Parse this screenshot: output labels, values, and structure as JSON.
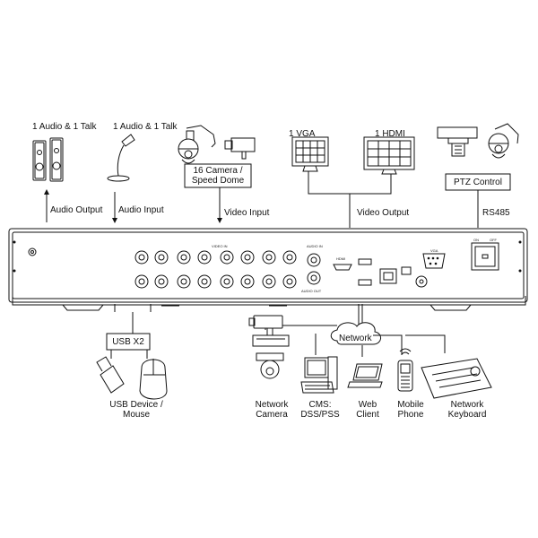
{
  "top": {
    "audio_output_group": "1 Audio  & 1 Talk",
    "audio_input_group": "1 Audio & 1 Talk",
    "camera_group": "16  Camera /\nSpeed Dome",
    "vga_group": "1 VGA",
    "hdmi_group": "1 HDMI",
    "ptz_group": "PTZ Control"
  },
  "connections": {
    "audio_output": "Audio  Output",
    "audio_input": "Audio  Input",
    "video_input": "Video Input",
    "video_output": "Video Output",
    "rs485": "RS485"
  },
  "panel": {
    "video_in": "VIDEO IN",
    "audio_in": "AUDIO IN",
    "audio_out": "AUDIO OUT",
    "vga": "VGA",
    "hdmi": "HDMI",
    "on": "ON",
    "off": "OFF"
  },
  "bottom": {
    "usb": "USB X2",
    "usb_device": "USB Device /\nMouse",
    "network": "Network",
    "network_camera": "Network\nCamera",
    "cms": "CMS:\nDSS/PSS",
    "web_client": "Web\nClient",
    "mobile_phone": "Mobile\nPhone",
    "network_keyboard": "Network\nKeyboard"
  },
  "colors": {
    "line": "#111111",
    "panel_fill": "#ffffff"
  }
}
